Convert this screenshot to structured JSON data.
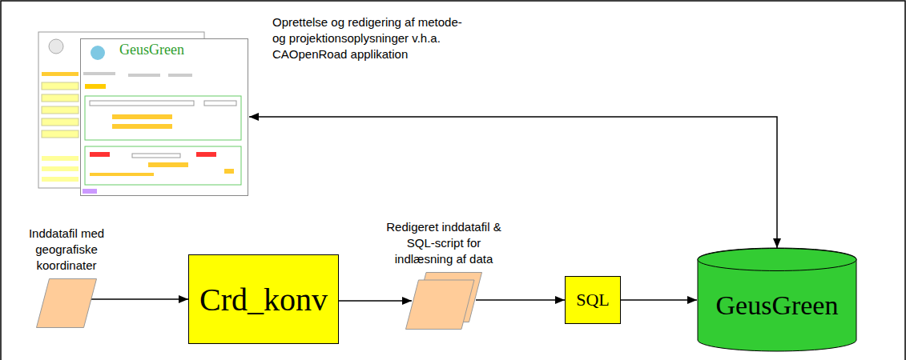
{
  "diagram": {
    "nodes": [
      {
        "text": [
          "GeusGreen"
        ]
      },
      {
        "text": [
          "Inddatafil med geografiske koordinater"
        ]
      },
      {
        "text": [
          "Crd_konv"
        ]
      },
      {
        "text": [
          "Redigeret inddatafil & SQL-script for indlæsning af data"
        ]
      },
      {
        "text": [
          "SQL"
        ]
      },
      {
        "text": [
          "GeusGreen"
        ]
      }
    ],
    "edges": [
      {
        "from": 1,
        "to": 2,
        "arrow": "to"
      },
      {
        "from": 2,
        "to": 3,
        "arrow": "to"
      },
      {
        "from": 3,
        "to": 4,
        "arrow": "to"
      },
      {
        "from": 4,
        "to": 5,
        "arrow": "to"
      },
      {
        "from": 0,
        "to": 5,
        "arrow": "both",
        "label": "Oprettelse og redigering af metode- og projektionsoplysninger v.h.a. CAOpenRoad applikation"
      }
    ]
  }
}
